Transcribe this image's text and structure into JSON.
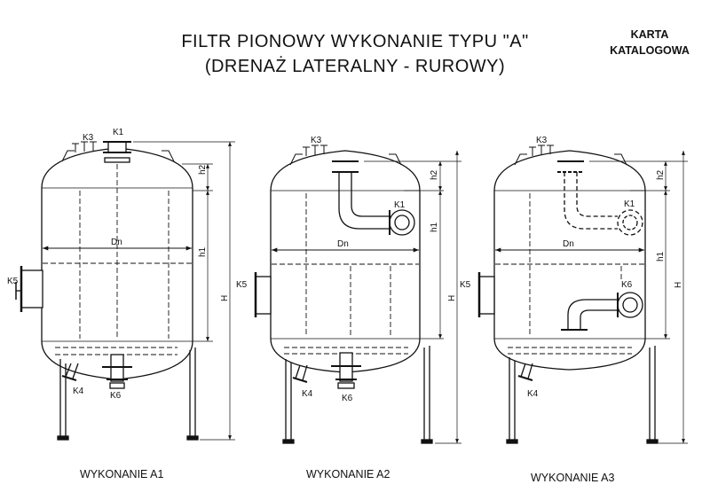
{
  "header": {
    "title_line1": "FILTR PIONOWY WYKONANIE TYPU \"A\"",
    "title_line2": "(DRENAŻ LATERALNY - RUROWY)",
    "badge_line1": "KARTA",
    "badge_line2": "KATALOGOWA"
  },
  "labels": {
    "dn": "Dn",
    "h": "H",
    "h1": "h1",
    "h2": "h2",
    "k1": "K1",
    "k3": "K3",
    "k4": "K4",
    "k5": "K5",
    "k6": "K6"
  },
  "captions": {
    "a1": "WYKONANIE A1",
    "a2": "WYKONANIE A2",
    "a3": "WYKONANIE A3"
  }
}
